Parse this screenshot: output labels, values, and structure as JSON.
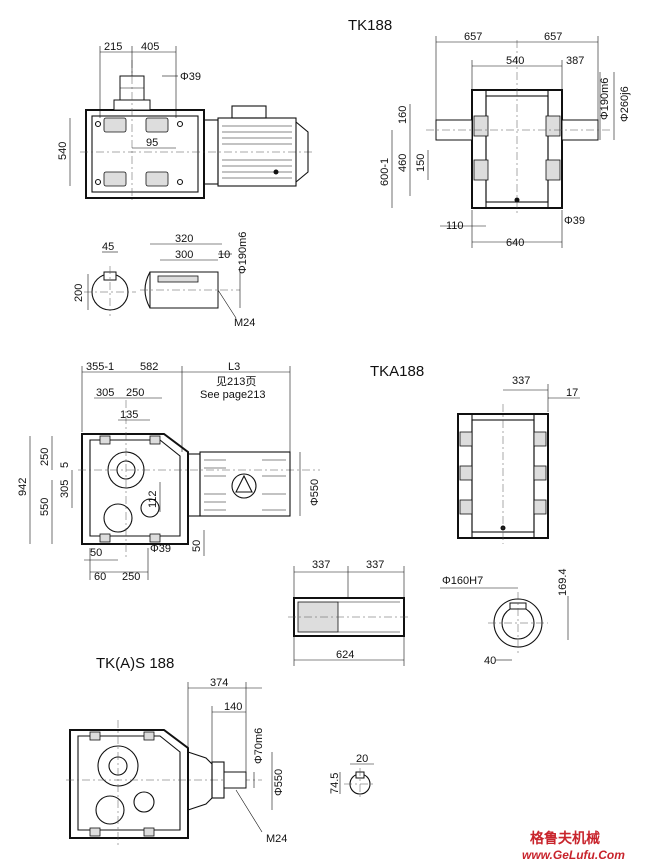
{
  "drawing": {
    "titles": {
      "tk": "TK188",
      "tka": "TKA188",
      "tks": "TK(A)S 188"
    },
    "tk_dims": {
      "d215": "215",
      "d405": "405",
      "d_phi39": "Φ39",
      "d540": "540",
      "d95": "95",
      "d657a": "657",
      "d657b": "657",
      "d540b": "540",
      "d387": "387",
      "d_phi190m6": "Φ190m6",
      "d_phi260j6": "Φ260j6",
      "d160": "160",
      "d460": "460",
      "d150": "150",
      "d600": "600-1",
      "d110": "110",
      "d640": "640",
      "d_phi39b": "Φ39"
    },
    "shaft_dims": {
      "d45": "45",
      "d320": "320",
      "d300": "300",
      "d10": "10",
      "d_phi190m6": "Φ190m6",
      "d200": "200",
      "m24": "M24"
    },
    "tka_dims": {
      "d355": "355-1",
      "d582": "582",
      "l3": "L3",
      "see_cn": "见213页",
      "see_en": "See page213",
      "d305": "305",
      "d250": "250",
      "d135": "135",
      "v250": "250",
      "v5": "5",
      "v305": "305",
      "v942": "942",
      "v550": "550",
      "v112": "112",
      "d50": "50",
      "d_phi39": "Φ39",
      "v50": "50",
      "d60": "60",
      "d250b": "250",
      "d_phi550": "Φ550",
      "d337": "337",
      "d17": "17"
    },
    "hollow_dims": {
      "d337a": "337",
      "d337b": "337",
      "d624": "624",
      "d_phi160h7": "Φ160H7",
      "d169": "169.4",
      "d40": "40"
    },
    "tks_dims": {
      "d374": "374",
      "d140": "140",
      "d_phi70m6": "Φ70m6",
      "d_phi550": "Φ550",
      "m24": "M24",
      "d20": "20",
      "d745": "74.5"
    },
    "watermark": {
      "brand": "格鲁夫机械",
      "url": "www.GeLufu.Com"
    }
  }
}
